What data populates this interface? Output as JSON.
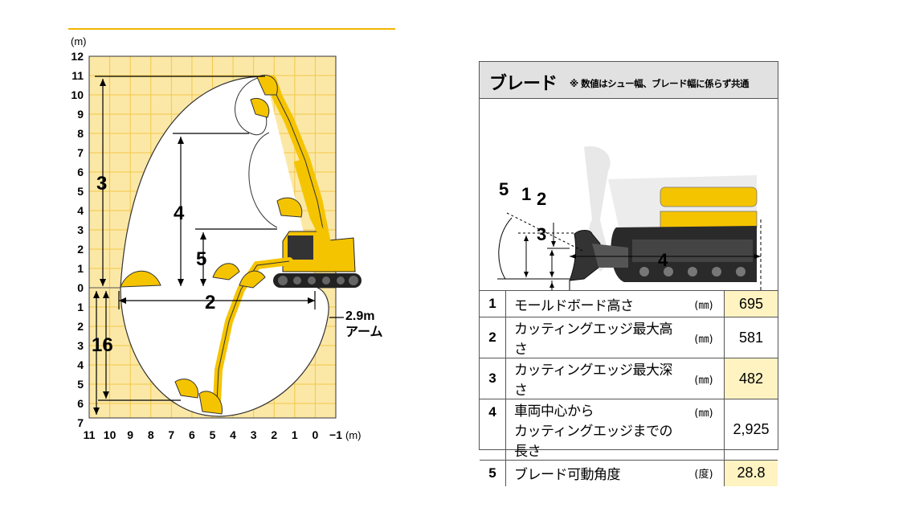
{
  "range_chart": {
    "y_axis_unit": "(m)",
    "x_axis_unit": "(m)",
    "y_ticks_above": [
      "12",
      "11",
      "10",
      "9",
      "8",
      "7",
      "6",
      "5",
      "4",
      "3",
      "2",
      "1",
      "0"
    ],
    "y_ticks_below": [
      "1",
      "2",
      "3",
      "4",
      "5",
      "6",
      "7"
    ],
    "x_ticks": [
      "11",
      "10",
      "9",
      "8",
      "7",
      "6",
      "5",
      "4",
      "3",
      "2",
      "1",
      "0",
      "−1"
    ],
    "dims": {
      "d1": "3",
      "d2": "4",
      "d3": "5",
      "d4": "2",
      "d5": "16"
    },
    "arm_label_1": "2.9m",
    "arm_label_2": "アーム",
    "grid_color": "#f2c84a",
    "fill_color": "#fce8a6"
  },
  "blade": {
    "title": "ブレード",
    "note": "※ 数値はシュー幅、ブレード幅に係らず共通",
    "figure_labels": {
      "l1": "1",
      "l2": "2",
      "l3": "3",
      "l4": "4",
      "l5": "5"
    },
    "rows": [
      {
        "no": "1",
        "label": "モールドボード高さ",
        "unit": "(㎜)",
        "value": "695"
      },
      {
        "no": "2",
        "label": "カッティングエッジ最大高さ",
        "unit": "(㎜)",
        "value": "581"
      },
      {
        "no": "3",
        "label": "カッティングエッジ最大深さ",
        "unit": "(㎜)",
        "value": "482"
      },
      {
        "no": "4",
        "label_line1": "車両中心から",
        "label_line2": "カッティングエッジまでの長さ",
        "unit": "(㎜)",
        "value": "2,925"
      },
      {
        "no": "5",
        "label": "ブレード可動角度",
        "unit": "(度)",
        "value": "28.8"
      }
    ]
  }
}
